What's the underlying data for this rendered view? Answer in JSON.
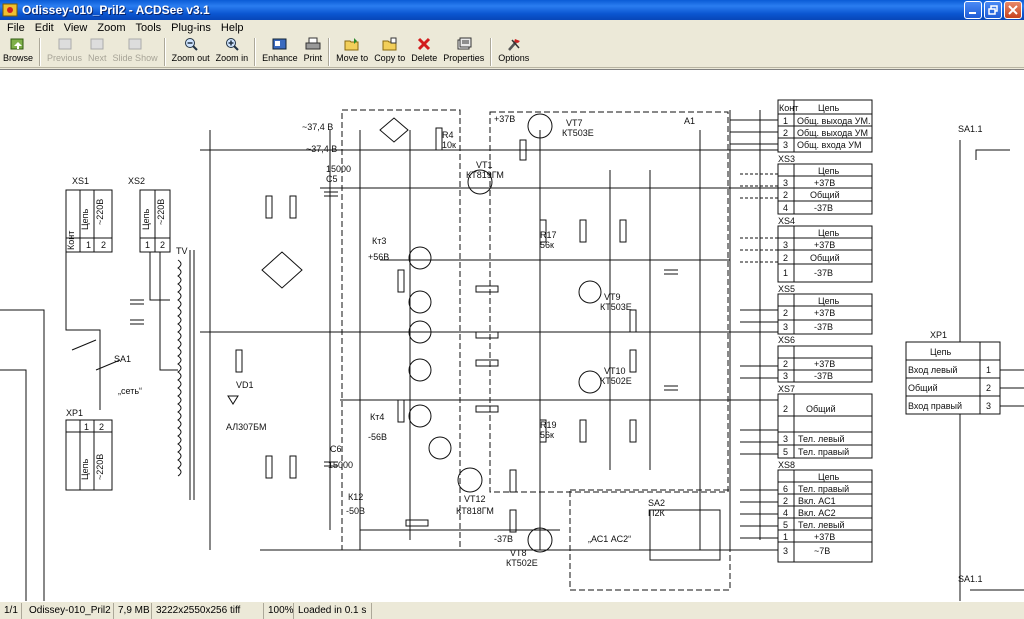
{
  "window": {
    "title": "Odissey-010_Pril2 - ACDSee v3.1",
    "colors": {
      "titlebar": "#0a5bd6",
      "chrome": "#ece9d8"
    }
  },
  "menu": [
    "File",
    "Edit",
    "View",
    "Zoom",
    "Tools",
    "Plug-ins",
    "Help"
  ],
  "toolbar": {
    "browse": "Browse",
    "previous": "Previous",
    "next": "Next",
    "slideshow": "Slide Show",
    "zoom_out": "Zoom out",
    "zoom_in": "Zoom in",
    "enhance": "Enhance",
    "print": "Print",
    "move_to": "Move to",
    "copy_to": "Copy to",
    "delete": "Delete",
    "properties": "Properties",
    "options": "Options"
  },
  "schematic": {
    "labels": {
      "xs1": "XS1",
      "xs2": "XS2",
      "xs3": "XS3",
      "xs4": "XS4",
      "xs5": "XS5",
      "xs6": "XS6",
      "xs7": "XS7",
      "xs8": "XS8",
      "xp1": "XP1",
      "a1": "A1",
      "tv": "TV",
      "sa1": "SA1",
      "set": "„сеть“",
      "v220": "~220В",
      "kont": "Конт",
      "tsep": "Цепь",
      "vt7": "VT7",
      "vt7t": "КТ503Е",
      "vt1": "VT1",
      "vt1t": "КТ819ГМ",
      "vt12": "VT12",
      "vt12t": "КТ818ГМ",
      "vt8": "VT8",
      "vt8t": "КТ502Е",
      "vt9": "VT9",
      "vt9t": "КТ503Е",
      "vt10": "VT10",
      "vt10t": "КТ502Е",
      "vd1": "VD1",
      "vd1t": "АЛ307БМ",
      "c5": "С5",
      "c5v": "15000",
      "c6": "С6",
      "c6v": "15000",
      "r4": "R4",
      "r4v": "10к",
      "r17": "R17",
      "r17v": "56к",
      "r19": "R19",
      "r19v": "56к",
      "sa2": "SA2",
      "sa2t": "П2К",
      "ac": "„АС1 АС2“",
      "sa11": "SA1.1",
      "v37a": "~37,4 В",
      "v37b": "~37,4 В",
      "p37": "+37В",
      "m37": "-37В",
      "k12": "К12",
      "m50": "-50В",
      "kt4": "Кт4",
      "m56": "-56В",
      "kt3": "Кт3",
      "p56": "+56В"
    },
    "tables": {
      "top": [
        [
          "1",
          "Общ. выхода УМ."
        ],
        [
          "2",
          "Общ. выхода УМ"
        ],
        [
          "3",
          "Общ. входа УМ"
        ]
      ],
      "xs3": [
        [
          "3",
          "+37В"
        ],
        [
          "2",
          "Общий"
        ],
        [
          "4",
          "-37В"
        ]
      ],
      "xs4": [
        [
          "3",
          "+37В"
        ],
        [
          "2",
          "Общий"
        ],
        [
          "1",
          "-37В"
        ]
      ],
      "xs5": [
        [
          "2",
          "+37В"
        ],
        [
          "3",
          "-37В"
        ]
      ],
      "xs6": [
        [
          "2",
          "+37В"
        ],
        [
          "3",
          "-37В"
        ]
      ],
      "xs7": [
        [
          "2",
          "Общий"
        ],
        [
          "3",
          "Тел. левый"
        ],
        [
          "5",
          "Тел. правый"
        ]
      ],
      "xs8": [
        [
          "6",
          "Тел. правый"
        ],
        [
          "2",
          "Вкл. АС1"
        ],
        [
          "4",
          "Вкл. АС2"
        ],
        [
          "5",
          "Тел. левый"
        ],
        [
          "1",
          "+37В"
        ],
        [
          "3",
          "~7В"
        ]
      ],
      "xp1": [
        [
          "Цепь",
          ""
        ],
        [
          "Вход левый",
          "1"
        ],
        [
          "Общий",
          "2"
        ],
        [
          "Вход правый",
          "3"
        ]
      ]
    }
  },
  "status": {
    "page": "1/1",
    "filename": "Odissey-010_Pril2",
    "size": "7,9 MB",
    "dimensions": "3222x2550x256 tiff",
    "zoom": "100%",
    "load": "Loaded in 0.1 s"
  }
}
